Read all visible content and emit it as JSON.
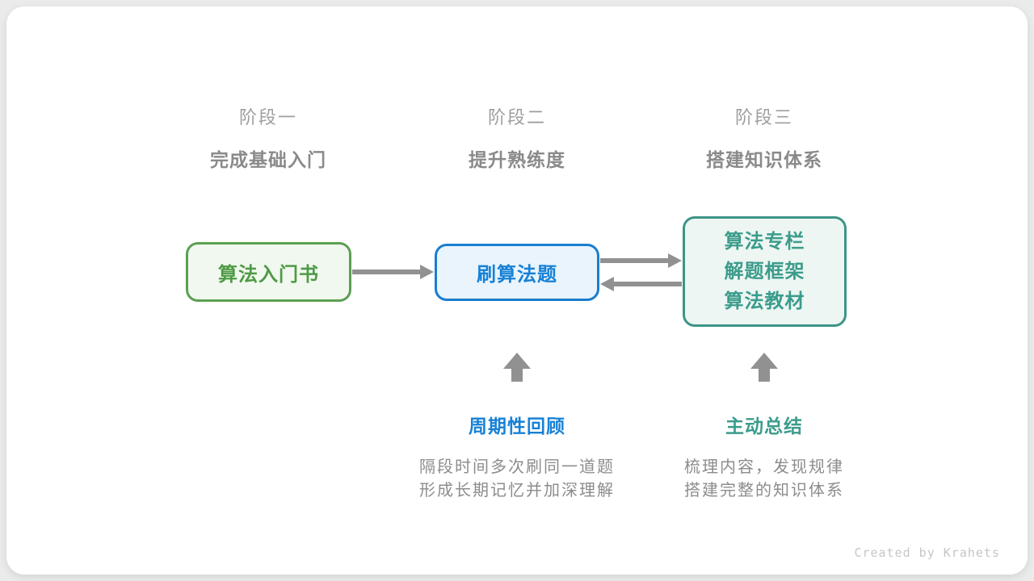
{
  "colors": {
    "page-bg": "#ebebeb",
    "card-bg": "#ffffff",
    "phase-label": "#9e9e9e",
    "phase-subtitle": "#8a8a8a",
    "green-border": "#5ba052",
    "green-fill": "#f1f8ef",
    "green-text": "#4e9a45",
    "blue-border": "#1a7dd0",
    "blue-fill": "#e9f4fc",
    "blue-text": "#1781d6",
    "teal-border": "#3e9488",
    "teal-fill": "#edf6f2",
    "teal-text": "#3b9c8c",
    "arrow-gray": "#919191",
    "desc-text": "#8c8c8c",
    "credit-text": "#c6c6c6"
  },
  "phases": [
    {
      "label": "阶段一",
      "subtitle": "完成基础入门"
    },
    {
      "label": "阶段二",
      "subtitle": "提升熟练度"
    },
    {
      "label": "阶段三",
      "subtitle": "搭建知识体系"
    }
  ],
  "nodes": [
    {
      "lines": [
        "算法入门书"
      ]
    },
    {
      "lines": [
        "刷算法题"
      ]
    },
    {
      "lines": [
        "算法专栏",
        "解题框架",
        "算法教材"
      ]
    }
  ],
  "icons": {
    "arrow_1": "arrow-right",
    "arrow_2": "arrow-right",
    "arrow_3": "arrow-left",
    "up_arrow_1": "arrow-up",
    "up_arrow_2": "arrow-up"
  },
  "annotations": [
    {
      "title": "周期性回顾",
      "desc_lines": [
        "隔段时间多次刷同一道题",
        "形成长期记忆并加深理解"
      ]
    },
    {
      "title": "主动总结",
      "desc_lines": [
        "梳理内容，发现规律",
        "搭建完整的知识体系"
      ]
    }
  ],
  "credit": "Created by Krahets"
}
